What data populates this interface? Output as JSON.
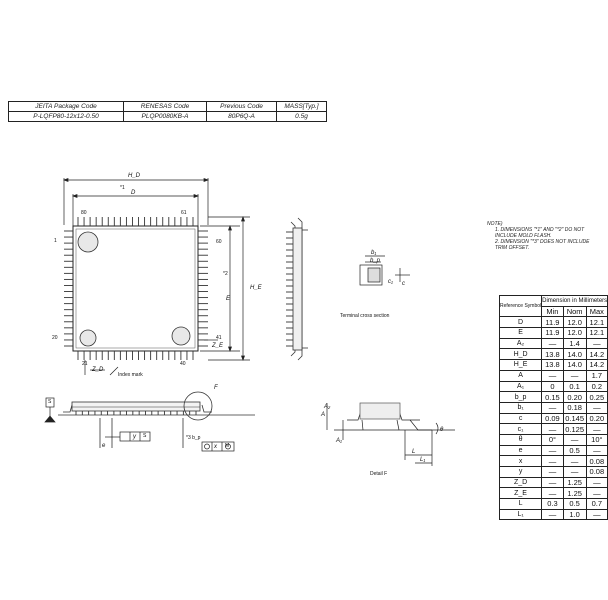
{
  "package_table": {
    "headers": [
      "JEITA Package Code",
      "RENESAS Code",
      "Previous Code",
      "MASS[Typ.]"
    ],
    "values": [
      "P-LQFP80-12x12-0.50",
      "PLQP0080KB-A",
      "80P6Q-A",
      "0.5g"
    ]
  },
  "notes": {
    "title": "NOTE)",
    "items": [
      "1. DIMENSIONS \"*1\" AND \"*2\" DO NOT INCLUDE MOLD FLASH.",
      "2. DIMENSION \"*3\" DOES NOT INCLUDE TRIM OFFSET."
    ]
  },
  "dimension_table": {
    "header_symbol": "Reference Symbol",
    "header_group": "Dimension in Millimeters",
    "columns": [
      "Min",
      "Nom",
      "Max"
    ],
    "rows": [
      {
        "sym": "D",
        "min": "11.9",
        "nom": "12.0",
        "max": "12.1"
      },
      {
        "sym": "E",
        "min": "11.9",
        "nom": "12.0",
        "max": "12.1"
      },
      {
        "sym": "A₂",
        "min": "—",
        "nom": "1.4",
        "max": "—"
      },
      {
        "sym": "H_D",
        "min": "13.8",
        "nom": "14.0",
        "max": "14.2"
      },
      {
        "sym": "H_E",
        "min": "13.8",
        "nom": "14.0",
        "max": "14.2"
      },
      {
        "sym": "A",
        "min": "—",
        "nom": "—",
        "max": "1.7"
      },
      {
        "sym": "A₁",
        "min": "0",
        "nom": "0.1",
        "max": "0.2"
      },
      {
        "sym": "b_p",
        "min": "0.15",
        "nom": "0.20",
        "max": "0.25"
      },
      {
        "sym": "b₁",
        "min": "—",
        "nom": "0.18",
        "max": "—"
      },
      {
        "sym": "c",
        "min": "0.09",
        "nom": "0.145",
        "max": "0.20"
      },
      {
        "sym": "c₁",
        "min": "—",
        "nom": "0.125",
        "max": "—"
      },
      {
        "sym": "θ",
        "min": "0°",
        "nom": "—",
        "max": "10°"
      },
      {
        "sym": "e",
        "min": "—",
        "nom": "0.5",
        "max": "—"
      },
      {
        "sym": "x",
        "min": "—",
        "nom": "—",
        "max": "0.08"
      },
      {
        "sym": "y",
        "min": "—",
        "nom": "—",
        "max": "0.08"
      },
      {
        "sym": "Z_D",
        "min": "—",
        "nom": "1.25",
        "max": "—"
      },
      {
        "sym": "Z_E",
        "min": "—",
        "nom": "1.25",
        "max": "—"
      },
      {
        "sym": "L",
        "min": "0.3",
        "nom": "0.5",
        "max": "0.7"
      },
      {
        "sym": "L₁",
        "min": "—",
        "nom": "1.0",
        "max": "—"
      }
    ]
  },
  "drawing_labels": {
    "hd": "H_D",
    "d_star1": "*1",
    "d": "D",
    "pin80": "80",
    "pin61": "61",
    "pin1": "1",
    "pin20": "20",
    "pin41": "41",
    "pin60": "60",
    "pin21": "21",
    "pin40": "40",
    "zd": "Z_D",
    "index_mark": "Index mark",
    "e_star2": "*2",
    "e": "E",
    "he": "H_E",
    "ze": "Z_E",
    "f": "F",
    "y": "y",
    "s": "S",
    "e_pitch": "e",
    "bp": "*3 b_p",
    "x": "x",
    "m": "M",
    "terminal_cross_section": "Terminal cross section",
    "b1": "b₁",
    "bp2": "b_p",
    "c1": "c₁",
    "c": "c",
    "detail_f": "Detail F",
    "a": "A",
    "a1": "A₁",
    "a2": "A₂",
    "l": "L",
    "l1": "L₁",
    "theta": "θ"
  }
}
